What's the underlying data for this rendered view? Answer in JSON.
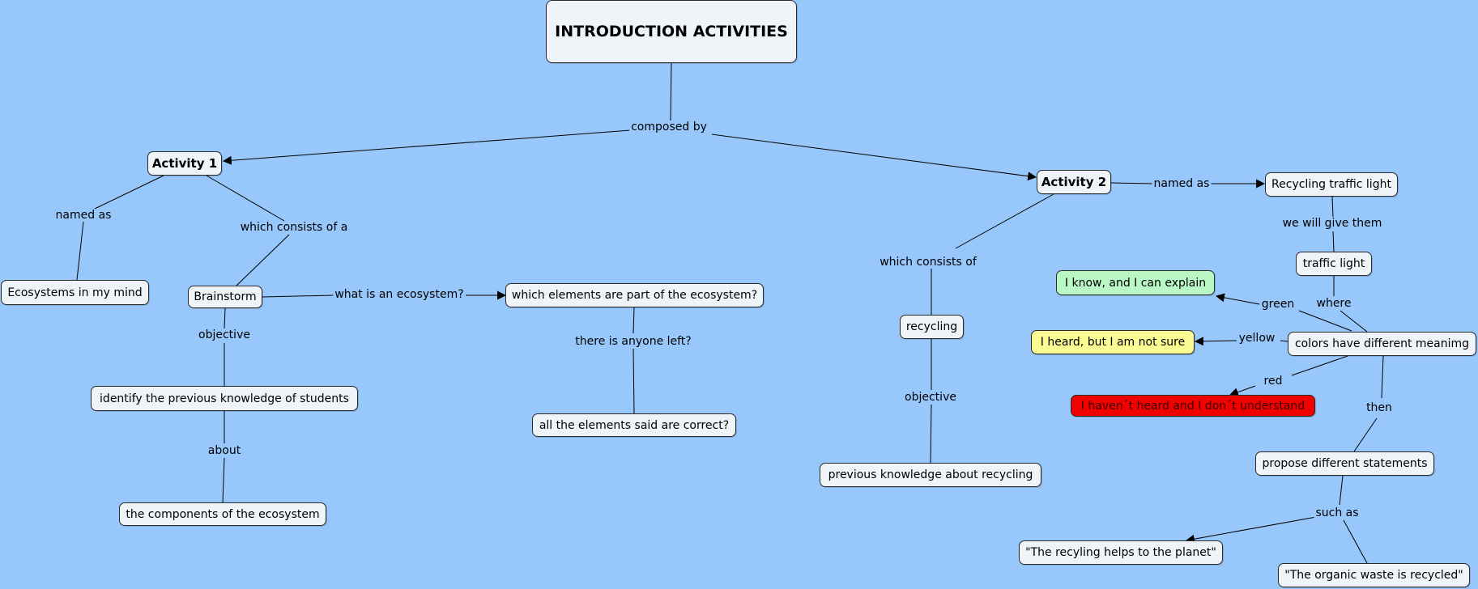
{
  "title": "INTRODUCTION ACTIVITIES",
  "nodes": {
    "activity1": "Activity 1",
    "activity2": "Activity 2",
    "ecosystems_mind": "Ecosystems in my mind",
    "brainstorm": "Brainstorm",
    "which_elements": "which elements are part of the ecosystem?",
    "all_elements": "all the elements said are correct?",
    "identify": "identify the previous knowledge of students ",
    "components": "the components of the ecosystem",
    "recycling_traffic": "Recycling traffic light",
    "traffic_light": "traffic light",
    "colors": "colors have different meanimg",
    "know": "I know, and I can explain",
    "heard": "I heard, but I am not sure",
    "havent": "I haven´t heard and I don´t understand",
    "recycling": "recycling",
    "prev_recycling": "previous knowledge about recycling ",
    "propose": "propose different statements",
    "recyling_helps": "\"The recyling helps to the planet\"",
    "organic": "\"The organic waste is recycled\""
  },
  "links": {
    "composed_by": "composed by",
    "named_as_1": "named as",
    "which_consists_of_a": "which consists of a",
    "what_is": "what is an ecosystem?",
    "anyone_left": "there is anyone left?",
    "objective_1": "objective",
    "about": "about",
    "named_as_2": "named as",
    "we_will_give": "we will give them",
    "where": "where",
    "green": "green",
    "yellow": "yellow",
    "red": "red",
    "then": "then",
    "such_as": "such as",
    "which_consists_of": "which consists of",
    "objective_2": "objective"
  },
  "colors": {
    "background": "#97c7fb",
    "node_fill": "#eef4f8",
    "green_node": "#b9f7c4",
    "yellow_node": "#fbfb93",
    "red_node": "#f10000"
  }
}
